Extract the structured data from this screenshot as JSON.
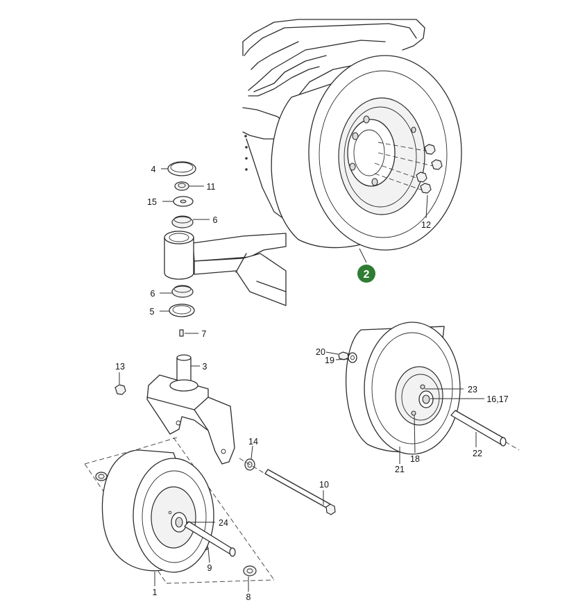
{
  "callout": {
    "label": "2",
    "color": "#2f7d32"
  },
  "labels": {
    "l1": "1",
    "l3": "3",
    "l4": "4",
    "l5": "5",
    "l6a": "6",
    "l6b": "6",
    "l7": "7",
    "l8": "8",
    "l9": "9",
    "l10": "10",
    "l11": "11",
    "l12": "12",
    "l13": "13",
    "l14": "14",
    "l15": "15",
    "l16": "16,17",
    "l18": "18",
    "l19": "19",
    "l20": "20",
    "l21": "21",
    "l22": "22",
    "l23": "23",
    "l24": "24"
  }
}
